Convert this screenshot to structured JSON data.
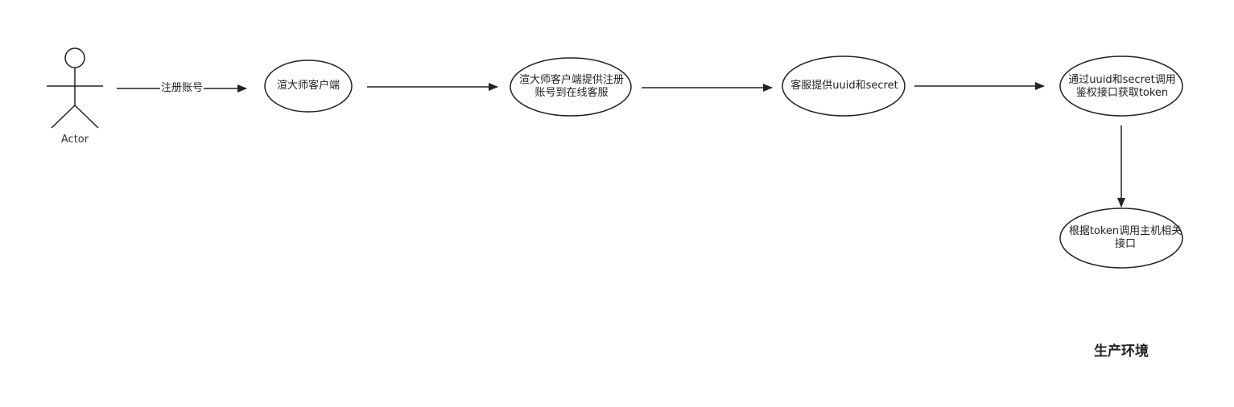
{
  "diagram": {
    "actor": {
      "label": "Actor"
    },
    "nodes": [
      {
        "id": "client",
        "label": "渲大师客户端"
      },
      {
        "id": "register",
        "label": "渲大师客户端提供注册账号到在线客服"
      },
      {
        "id": "service",
        "label": "客服提供uuid和secret"
      },
      {
        "id": "auth",
        "label": "通过uuid和secret调用鉴权接口获取token"
      },
      {
        "id": "host",
        "label": "根据token调用主机相关接口"
      }
    ],
    "edges": [
      {
        "from": "actor",
        "to": "client",
        "label": "注册账号"
      },
      {
        "from": "client",
        "to": "register",
        "label": ""
      },
      {
        "from": "register",
        "to": "service",
        "label": ""
      },
      {
        "from": "service",
        "to": "auth",
        "label": ""
      },
      {
        "from": "auth",
        "to": "host",
        "label": ""
      }
    ],
    "environment_title": "生产环境"
  },
  "colors": {
    "stroke": "#222222",
    "background": "#ffffff"
  }
}
